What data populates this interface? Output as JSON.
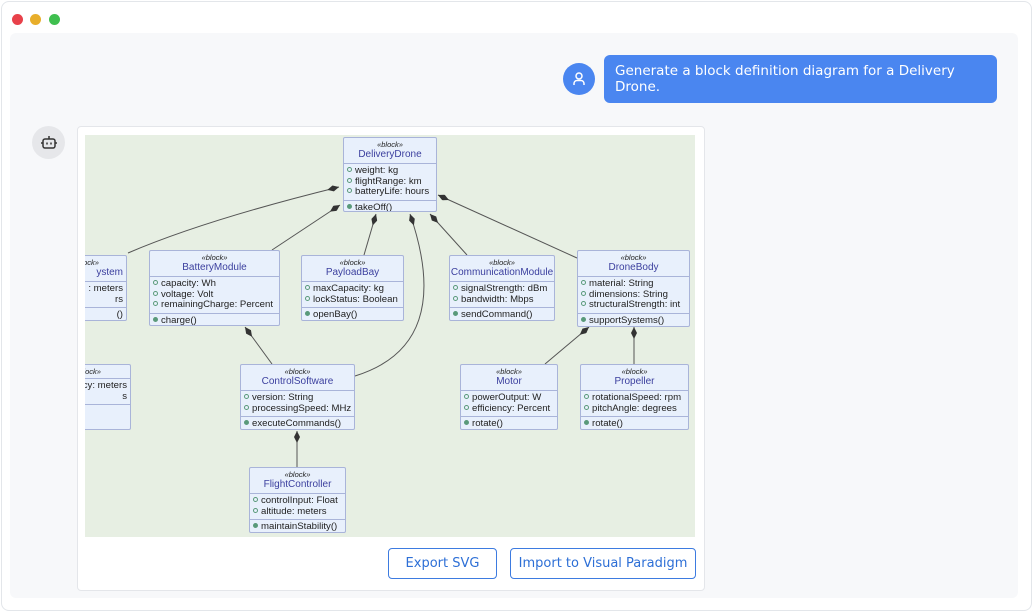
{
  "window": {
    "controls": [
      {
        "name": "close",
        "color": "#e8414a"
      },
      {
        "name": "minimize",
        "color": "#e8ae2a"
      },
      {
        "name": "maximize",
        "color": "#3fbf4f"
      }
    ]
  },
  "chat": {
    "user_message": "Generate a block definition diagram for a Delivery Drone.",
    "user_icon": "user-icon",
    "bot_icon": "robot-icon",
    "accent": "#4a86f0"
  },
  "diagram": {
    "stereotype": "«block»",
    "blocks": [
      {
        "name": "DeliveryDrone",
        "attributes": [
          "weight: kg",
          "flightRange: km",
          "batteryLife: hours"
        ],
        "operations": [
          "takeOff()"
        ]
      },
      {
        "name": "ystem",
        "attributes": [
          ": meters",
          "rs"
        ],
        "operations": [
          "()"
        ],
        "clipped": true
      },
      {
        "name": "BatteryModule",
        "attributes": [
          "capacity: Wh",
          "voltage: Volt",
          "remainingCharge: Percent"
        ],
        "operations": [
          "charge()"
        ]
      },
      {
        "name": "PayloadBay",
        "attributes": [
          "maxCapacity: kg",
          "lockStatus: Boolean"
        ],
        "operations": [
          "openBay()"
        ]
      },
      {
        "name": "CommunicationModule",
        "attributes": [
          "signalStrength: dBm",
          "bandwidth: Mbps"
        ],
        "operations": [
          "sendCommand()"
        ]
      },
      {
        "name": "DroneBody",
        "attributes": [
          "material: String",
          "dimensions: String",
          "structuralStrength: int"
        ],
        "operations": [
          "supportSystems()"
        ]
      },
      {
        "name": "",
        "attributes": [
          "cy: meters",
          "s"
        ],
        "operations": [
          ""
        ],
        "clipped": true
      },
      {
        "name": "ControlSoftware",
        "attributes": [
          "version: String",
          "processingSpeed: MHz"
        ],
        "operations": [
          "executeCommands()"
        ]
      },
      {
        "name": "Motor",
        "attributes": [
          "powerOutput: W",
          "efficiency: Percent"
        ],
        "operations": [
          "rotate()"
        ]
      },
      {
        "name": "Propeller",
        "attributes": [
          "rotationalSpeed: rpm",
          "pitchAngle: degrees"
        ],
        "operations": [
          "rotate()"
        ]
      },
      {
        "name": "FlightController",
        "attributes": [
          "controlInput: Float",
          "altitude: meters"
        ],
        "operations": [
          "maintainStability()"
        ]
      }
    ],
    "compositions": [
      {
        "whole": "DeliveryDrone",
        "part": "ystem"
      },
      {
        "whole": "DeliveryDrone",
        "part": "BatteryModule"
      },
      {
        "whole": "DeliveryDrone",
        "part": "PayloadBay"
      },
      {
        "whole": "DeliveryDrone",
        "part": "ControlSoftware"
      },
      {
        "whole": "DeliveryDrone",
        "part": "CommunicationModule"
      },
      {
        "whole": "DeliveryDrone",
        "part": "DroneBody"
      },
      {
        "whole": "BatteryModule",
        "part": "ControlSoftware"
      },
      {
        "whole": "DroneBody",
        "part": "Motor"
      },
      {
        "whole": "DroneBody",
        "part": "Propeller"
      },
      {
        "whole": "ControlSoftware",
        "part": "FlightController"
      }
    ]
  },
  "actions": {
    "export_svg": "Export SVG",
    "import_vp": "Import to Visual Paradigm"
  }
}
